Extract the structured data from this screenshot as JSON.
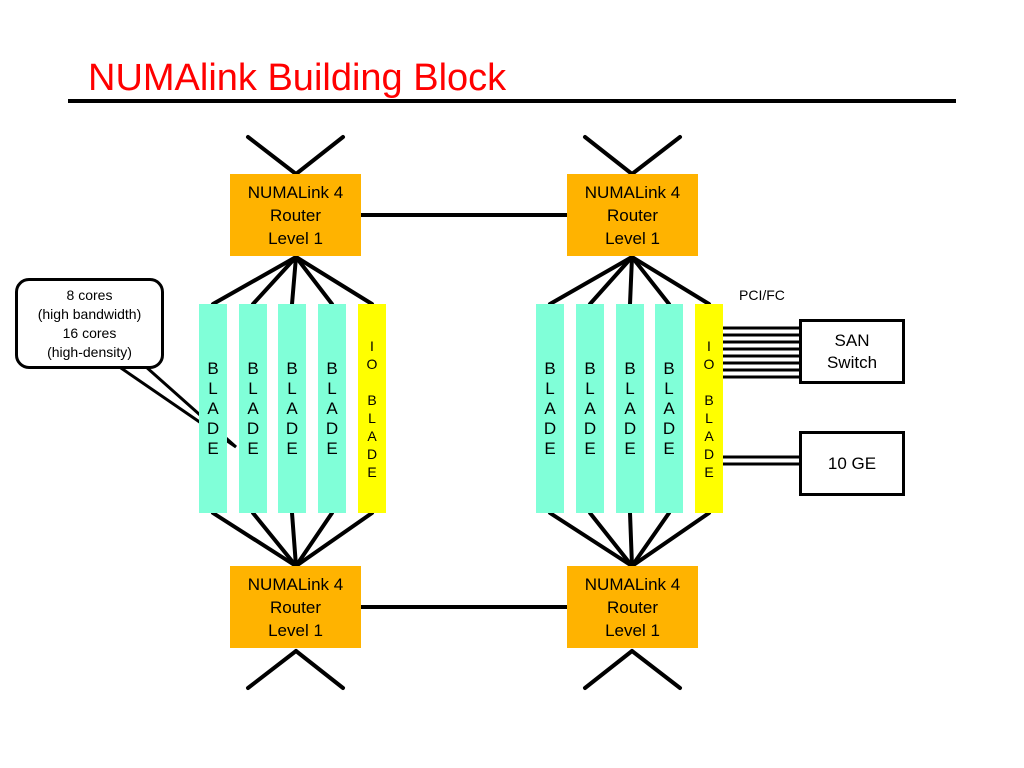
{
  "slide": {
    "title": "NUMAlink Building Block"
  },
  "routers": [
    {
      "line1": "NUMALink 4",
      "line2": "Router",
      "line3": "Level 1"
    },
    {
      "line1": "NUMALink 4",
      "line2": "Router",
      "line3": "Level 1"
    },
    {
      "line1": "NUMALink 4",
      "line2": "Router",
      "line3": "Level 1"
    },
    {
      "line1": "NUMALink 4",
      "line2": "Router",
      "line3": "Level 1"
    }
  ],
  "blade_letters": [
    "B",
    "L",
    "A",
    "D",
    "E"
  ],
  "io_blade_letters": [
    "I",
    "O",
    "",
    "B",
    "L",
    "A",
    "D",
    "E"
  ],
  "callout": {
    "line1": "8 cores",
    "line2": "(high bandwidth)",
    "line3": "16 cores",
    "line4": "(high-density)"
  },
  "pci_label": "PCI/FC",
  "san_switch": {
    "line1": "SAN",
    "line2": "Switch"
  },
  "ten_ge": "10 GE",
  "colors": {
    "title": "#ff0000",
    "router": "#ffb300",
    "blade": "#80ffd8",
    "io_blade": "#ffff00"
  }
}
